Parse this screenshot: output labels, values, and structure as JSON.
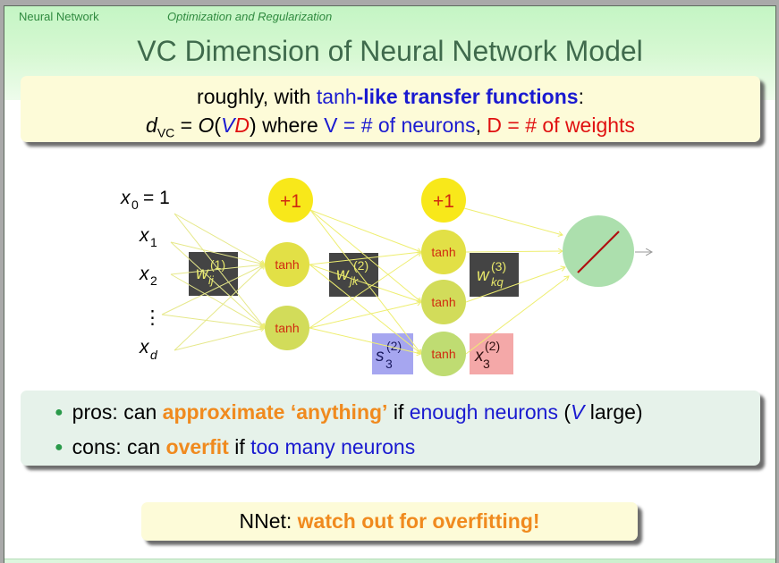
{
  "header": {
    "section": "Neural Network",
    "subsection": "Optimization and Regularization",
    "title": "VC Dimension of Neural Network Model"
  },
  "summary_box": {
    "line1_prefix": "roughly, with ",
    "line1_tanh": "tanh",
    "line1_bold": "-like transfer functions",
    "line1_suffix": ":",
    "dvc_symbol": "d",
    "dvc_subscript": "VC",
    "equals": " = ",
    "big_o": "O",
    "open_paren": "(",
    "v_symbol": "V",
    "d_symbol": "D",
    "close_paren": ")",
    "where": " where ",
    "v_def": "V = # of neurons",
    "comma": ", ",
    "d_def": "D = # of weights"
  },
  "diagram": {
    "inputs": {
      "x0": "x",
      "x0_sub": "0",
      "x0_value": "= 1",
      "x1_sub": "1",
      "x2_sub": "2",
      "ellipsis": "⋮",
      "xd_sub": "d"
    },
    "bias_label": "+1",
    "neuron_label": "tanh",
    "weight_boxes": [
      {
        "symbol": "w",
        "superscript": "(1)",
        "subscript": "ij"
      },
      {
        "symbol": "w",
        "superscript": "(2)",
        "subscript": "jk"
      },
      {
        "symbol": "w",
        "superscript": "(3)",
        "subscript": "kq"
      }
    ],
    "score_label": {
      "symbol": "s",
      "superscript": "(2)",
      "subscript": "3"
    },
    "output_label": {
      "symbol": "x",
      "superscript": "(2)",
      "subscript": "3"
    },
    "output_node": "linear-output",
    "colors": {
      "bias": "#f8e81a",
      "hidden1_top": "#e2e046",
      "hidden1_bottom": "#d2dc5a",
      "hidden2_top": "#e2e046",
      "hidden2_mid": "#d2dc5a",
      "hidden2_bottom": "#bfdc72",
      "output": "#acdfad",
      "weight_box": "#444444",
      "score_box": "#a6a6f0",
      "output_box": "#f4a8a8"
    }
  },
  "pros_cons": {
    "pros_prefix": "pros: can ",
    "pros_highlight": "approximate ‘anything’",
    "pros_if": " if ",
    "pros_condition": "enough neurons",
    "pros_paren_open": " (",
    "pros_v": "V",
    "pros_paren_close": " large)",
    "cons_prefix": "cons: can ",
    "cons_highlight": "overfit",
    "cons_if": " if ",
    "cons_condition": "too many neurons"
  },
  "takeaway": {
    "prefix": "NNet: ",
    "highlight": "watch out for overfitting!"
  }
}
